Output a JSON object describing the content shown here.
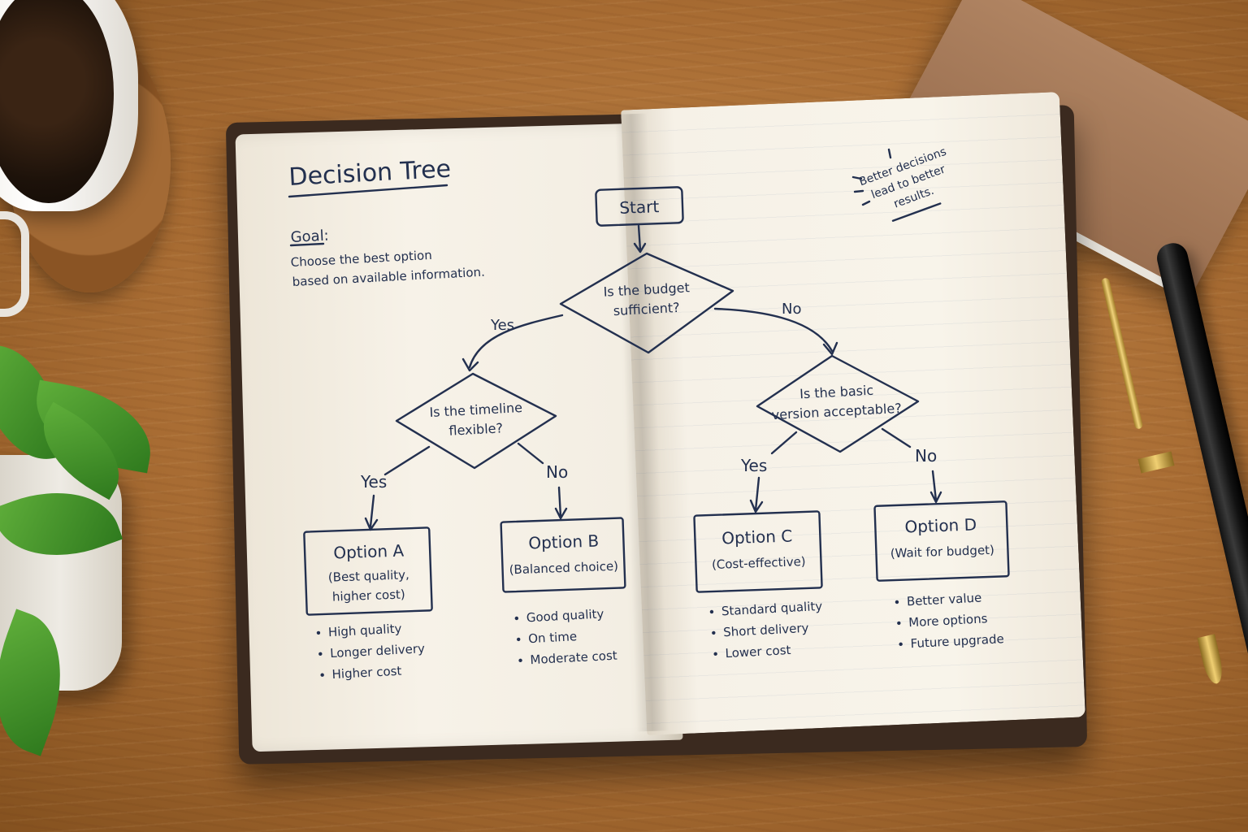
{
  "title": "Decision Tree",
  "goal": {
    "label": "Goal:",
    "line1": "Choose the best option",
    "line2": "based on available information."
  },
  "note": {
    "line1": "Better decisions",
    "line2": "lead to better",
    "line3": "results."
  },
  "start": "Start",
  "decisions": {
    "budget": {
      "line1": "Is the budget",
      "line2": "sufficient?"
    },
    "timeline": {
      "line1": "Is the timeline",
      "line2": "flexible?"
    },
    "basic": {
      "line1": "Is the basic",
      "line2": "version acceptable?"
    }
  },
  "branches": {
    "budget_yes": "Yes",
    "budget_no": "No",
    "timeline_yes": "Yes",
    "timeline_no": "No",
    "basic_yes": "Yes",
    "basic_no": "No"
  },
  "options": [
    {
      "title": "Option A",
      "sub1": "(Best quality,",
      "sub2": "higher cost)",
      "bullets": [
        "High quality",
        "Longer delivery",
        "Higher cost"
      ]
    },
    {
      "title": "Option B",
      "sub1": "(Balanced choice)",
      "sub2": "",
      "bullets": [
        "Good quality",
        "On time",
        "Moderate cost"
      ]
    },
    {
      "title": "Option C",
      "sub1": "(Cost-effective)",
      "sub2": "",
      "bullets": [
        "Standard quality",
        "Short delivery",
        "Lower cost"
      ]
    },
    {
      "title": "Option D",
      "sub1": "(Wait for budget)",
      "sub2": "",
      "bullets": [
        "Better value",
        "More options",
        "Future upgrade"
      ]
    }
  ],
  "colors": {
    "ink": "#23304f",
    "paper": "#f6f1e7",
    "desk": "#a86c33"
  }
}
